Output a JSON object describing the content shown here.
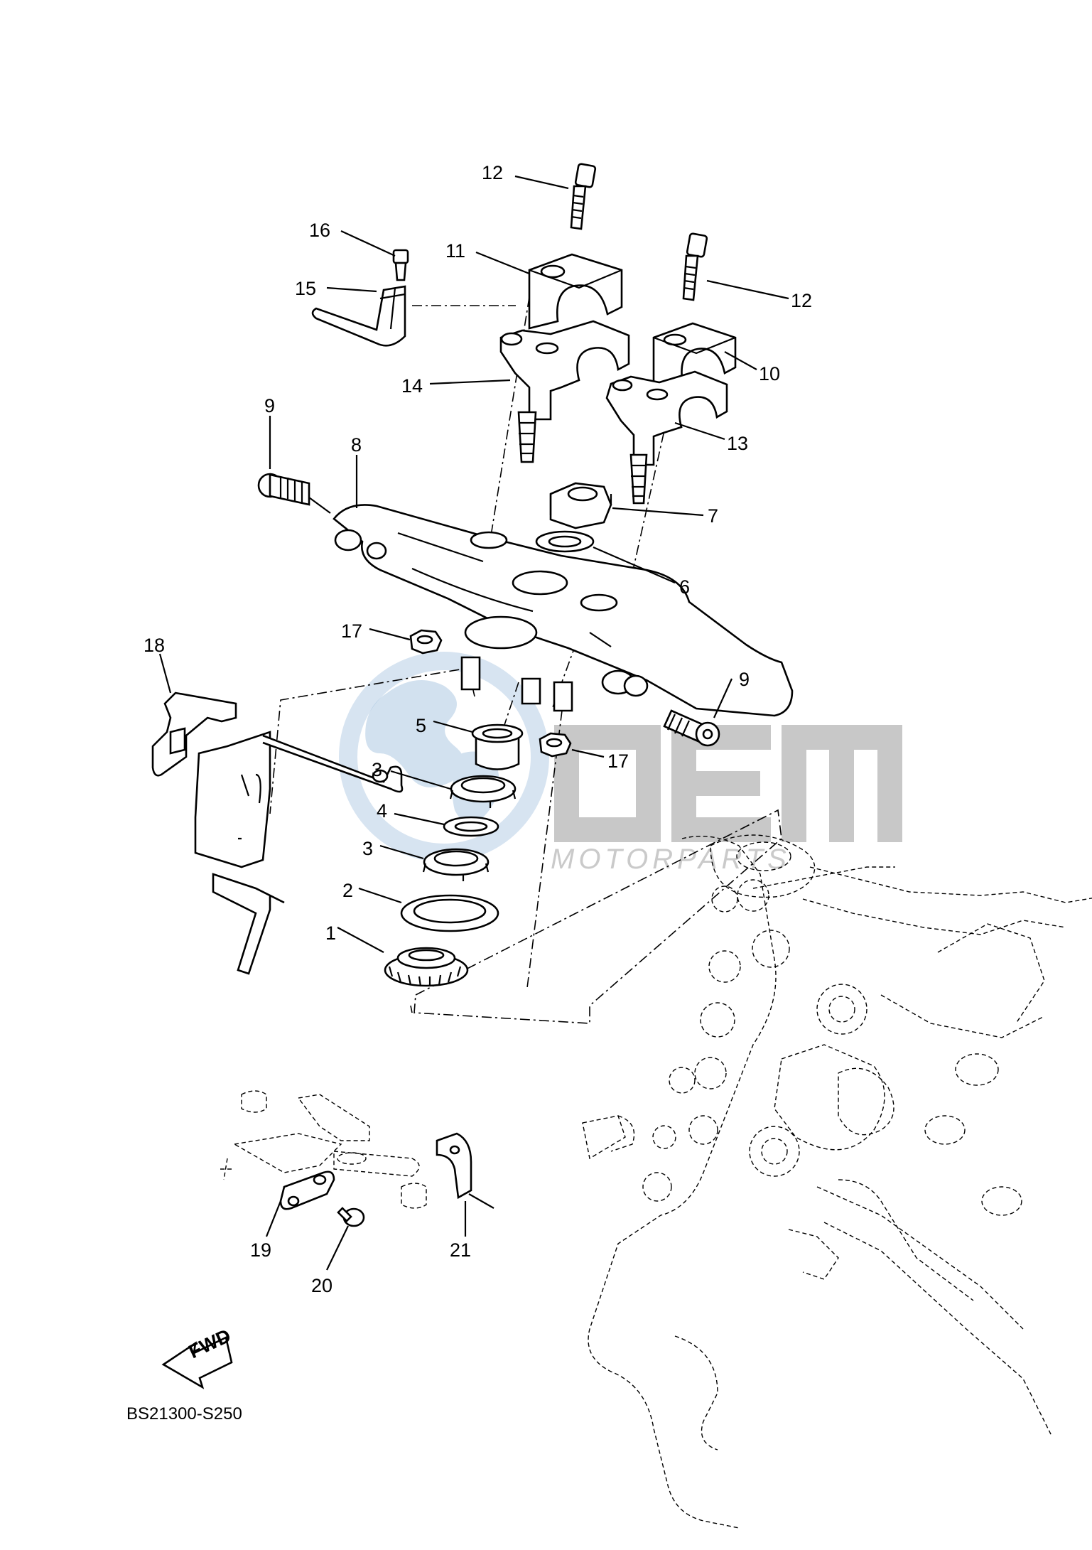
{
  "watermark": {
    "brand_text": "OEM",
    "sub_text": "MOTORPARTS"
  },
  "callouts": [
    {
      "id": "c12a",
      "text": "12"
    },
    {
      "id": "c12b",
      "text": "12"
    },
    {
      "id": "c16",
      "text": "16"
    },
    {
      "id": "c11",
      "text": "11"
    },
    {
      "id": "c15",
      "text": "15"
    },
    {
      "id": "c10",
      "text": "10"
    },
    {
      "id": "c14",
      "text": "14"
    },
    {
      "id": "c13",
      "text": "13"
    },
    {
      "id": "c9a",
      "text": "9"
    },
    {
      "id": "c8",
      "text": "8"
    },
    {
      "id": "c7",
      "text": "7"
    },
    {
      "id": "c6",
      "text": "6"
    },
    {
      "id": "c17a",
      "text": "17"
    },
    {
      "id": "c18",
      "text": "18"
    },
    {
      "id": "c9b",
      "text": "9"
    },
    {
      "id": "c5",
      "text": "5"
    },
    {
      "id": "c17b",
      "text": "17"
    },
    {
      "id": "c3a",
      "text": "3"
    },
    {
      "id": "c4",
      "text": "4"
    },
    {
      "id": "c3b",
      "text": "3"
    },
    {
      "id": "c2",
      "text": "2"
    },
    {
      "id": "c1",
      "text": "1"
    },
    {
      "id": "c19",
      "text": "19"
    },
    {
      "id": "c21",
      "text": "21"
    },
    {
      "id": "c20",
      "text": "20"
    }
  ],
  "fwd_arrow_label": "FWD",
  "diagram_code": "BS21300-S250"
}
